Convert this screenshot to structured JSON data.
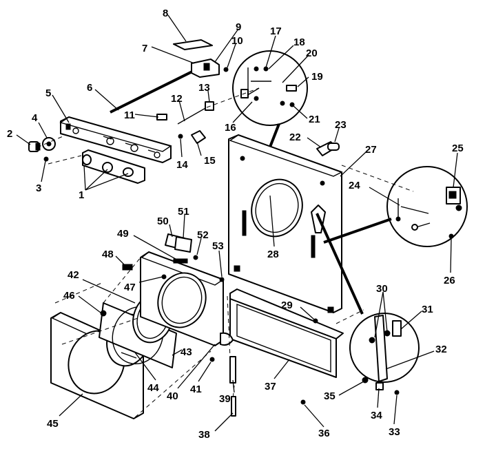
{
  "callouts": [
    {
      "id": "1",
      "text": "1"
    },
    {
      "id": "2",
      "text": "2"
    },
    {
      "id": "3",
      "text": "3"
    },
    {
      "id": "4",
      "text": "4"
    },
    {
      "id": "5",
      "text": "5"
    },
    {
      "id": "6",
      "text": "6"
    },
    {
      "id": "7",
      "text": "7"
    },
    {
      "id": "8",
      "text": "8"
    },
    {
      "id": "9",
      "text": "9"
    },
    {
      "id": "10",
      "text": "10"
    },
    {
      "id": "11",
      "text": "11"
    },
    {
      "id": "12",
      "text": "12"
    },
    {
      "id": "13",
      "text": "13"
    },
    {
      "id": "14",
      "text": "14"
    },
    {
      "id": "15",
      "text": "15"
    },
    {
      "id": "16",
      "text": "16"
    },
    {
      "id": "17",
      "text": "17"
    },
    {
      "id": "18",
      "text": "18"
    },
    {
      "id": "19",
      "text": "19"
    },
    {
      "id": "20",
      "text": "20"
    },
    {
      "id": "21",
      "text": "21"
    },
    {
      "id": "22",
      "text": "22"
    },
    {
      "id": "23",
      "text": "23"
    },
    {
      "id": "24",
      "text": "24"
    },
    {
      "id": "25",
      "text": "25"
    },
    {
      "id": "26",
      "text": "26"
    },
    {
      "id": "27",
      "text": "27"
    },
    {
      "id": "28",
      "text": "28"
    },
    {
      "id": "29",
      "text": "29"
    },
    {
      "id": "30",
      "text": "30"
    },
    {
      "id": "31",
      "text": "31"
    },
    {
      "id": "32",
      "text": "32"
    },
    {
      "id": "33",
      "text": "33"
    },
    {
      "id": "34",
      "text": "34"
    },
    {
      "id": "35",
      "text": "35"
    },
    {
      "id": "36",
      "text": "36"
    },
    {
      "id": "37",
      "text": "37"
    },
    {
      "id": "38",
      "text": "38"
    },
    {
      "id": "39",
      "text": "39"
    },
    {
      "id": "40",
      "text": "40"
    },
    {
      "id": "41",
      "text": "41"
    },
    {
      "id": "42",
      "text": "42"
    },
    {
      "id": "43",
      "text": "43"
    },
    {
      "id": "44",
      "text": "44"
    },
    {
      "id": "45",
      "text": "45"
    },
    {
      "id": "46",
      "text": "46"
    },
    {
      "id": "47",
      "text": "47"
    },
    {
      "id": "48",
      "text": "48"
    },
    {
      "id": "49",
      "text": "49"
    },
    {
      "id": "50",
      "text": "50"
    },
    {
      "id": "51",
      "text": "51"
    },
    {
      "id": "52",
      "text": "52"
    },
    {
      "id": "53",
      "text": "53"
    }
  ]
}
